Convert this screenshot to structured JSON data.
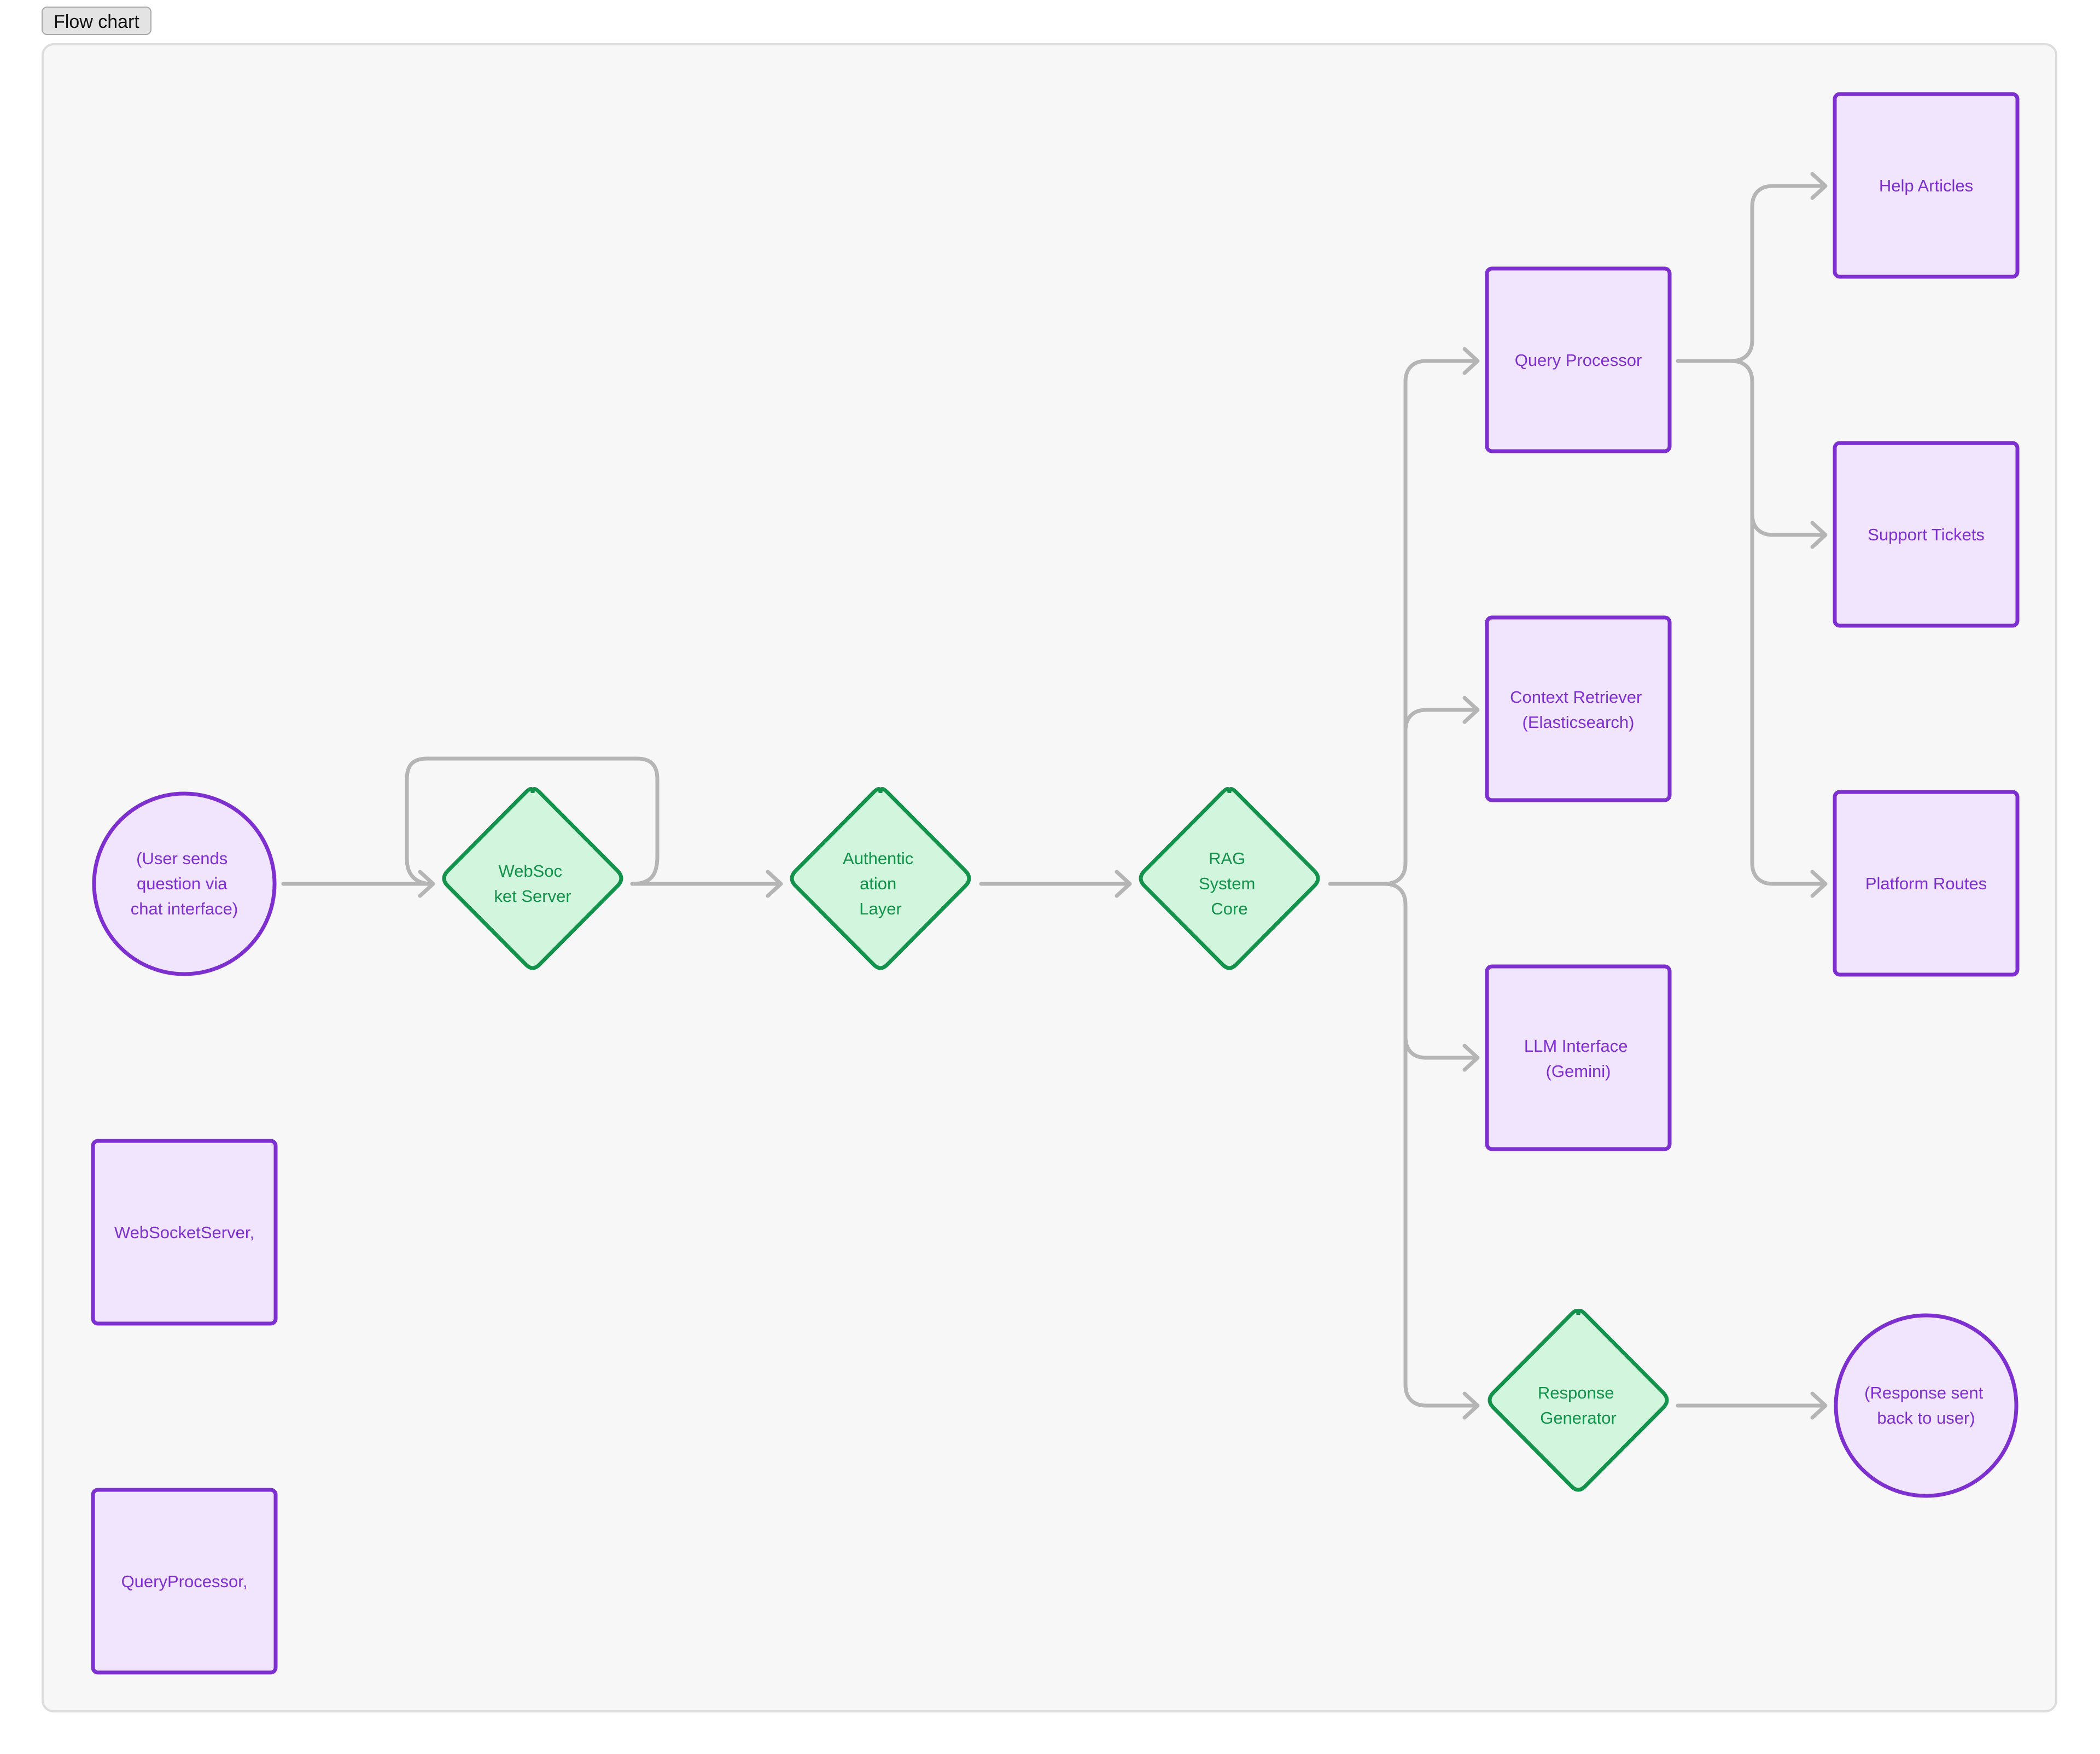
{
  "title": "Flow chart",
  "colors": {
    "purple_stroke": "#7e2fd0",
    "purple_fill": "#f1e4fd",
    "green_stroke": "#12924a",
    "green_fill": "#d2f6dd",
    "edge": "#b5b5b5"
  },
  "nodes": {
    "user_sends": [
      "(User sends",
      "question via",
      "chat interface)"
    ],
    "websocket_server": [
      "WebSoc",
      "ket Server"
    ],
    "authentication_layer": [
      "Authentic",
      "ation",
      "Layer"
    ],
    "rag_system_core": [
      "RAG",
      "System",
      "Core"
    ],
    "query_processor": [
      "Query Processor"
    ],
    "context_retriever": [
      "Context Retriever",
      "(Elasticsearch)"
    ],
    "llm_interface": [
      "LLM Interface",
      "(Gemini)"
    ],
    "response_generator": [
      "Response",
      "Generator"
    ],
    "help_articles": [
      "Help Articles"
    ],
    "support_tickets": [
      "Support Tickets"
    ],
    "platform_routes": [
      "Platform Routes"
    ],
    "response_sent": [
      "(Response sent",
      "back to user)"
    ],
    "websocketserver_note": [
      "WebSocketServer,"
    ],
    "queryprocessor_note": [
      "QueryProcessor,"
    ]
  }
}
